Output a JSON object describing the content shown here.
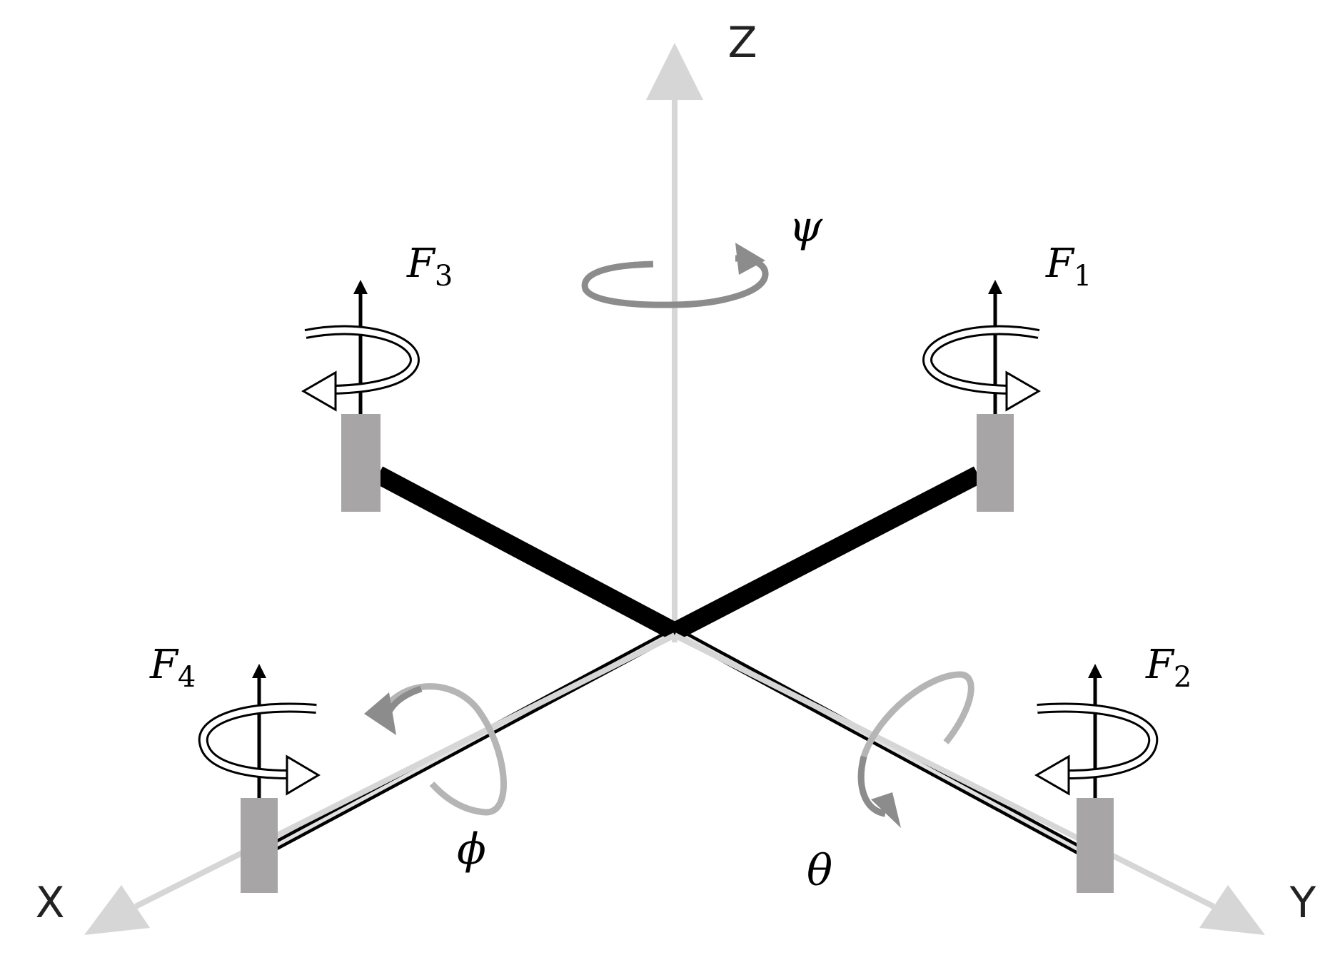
{
  "axes": {
    "x": "X",
    "y": "Y",
    "z": "Z"
  },
  "angles": {
    "yaw": "ψ",
    "roll": "ϕ",
    "pitch": "θ"
  },
  "forces": [
    {
      "id": "f1",
      "symbol": "F",
      "sub": "1",
      "spin": "counter-clockwise"
    },
    {
      "id": "f2",
      "symbol": "F",
      "sub": "2",
      "spin": "clockwise"
    },
    {
      "id": "f3",
      "symbol": "F",
      "sub": "3",
      "spin": "clockwise"
    },
    {
      "id": "f4",
      "symbol": "F",
      "sub": "4",
      "spin": "counter-clockwise"
    }
  ],
  "colors": {
    "axis": "#d6d6d6",
    "arm": "#000000",
    "arm_stripe": "#e2e2e2",
    "motor": "#a7a5a6",
    "angle_arrow": "#8c8c8c"
  }
}
